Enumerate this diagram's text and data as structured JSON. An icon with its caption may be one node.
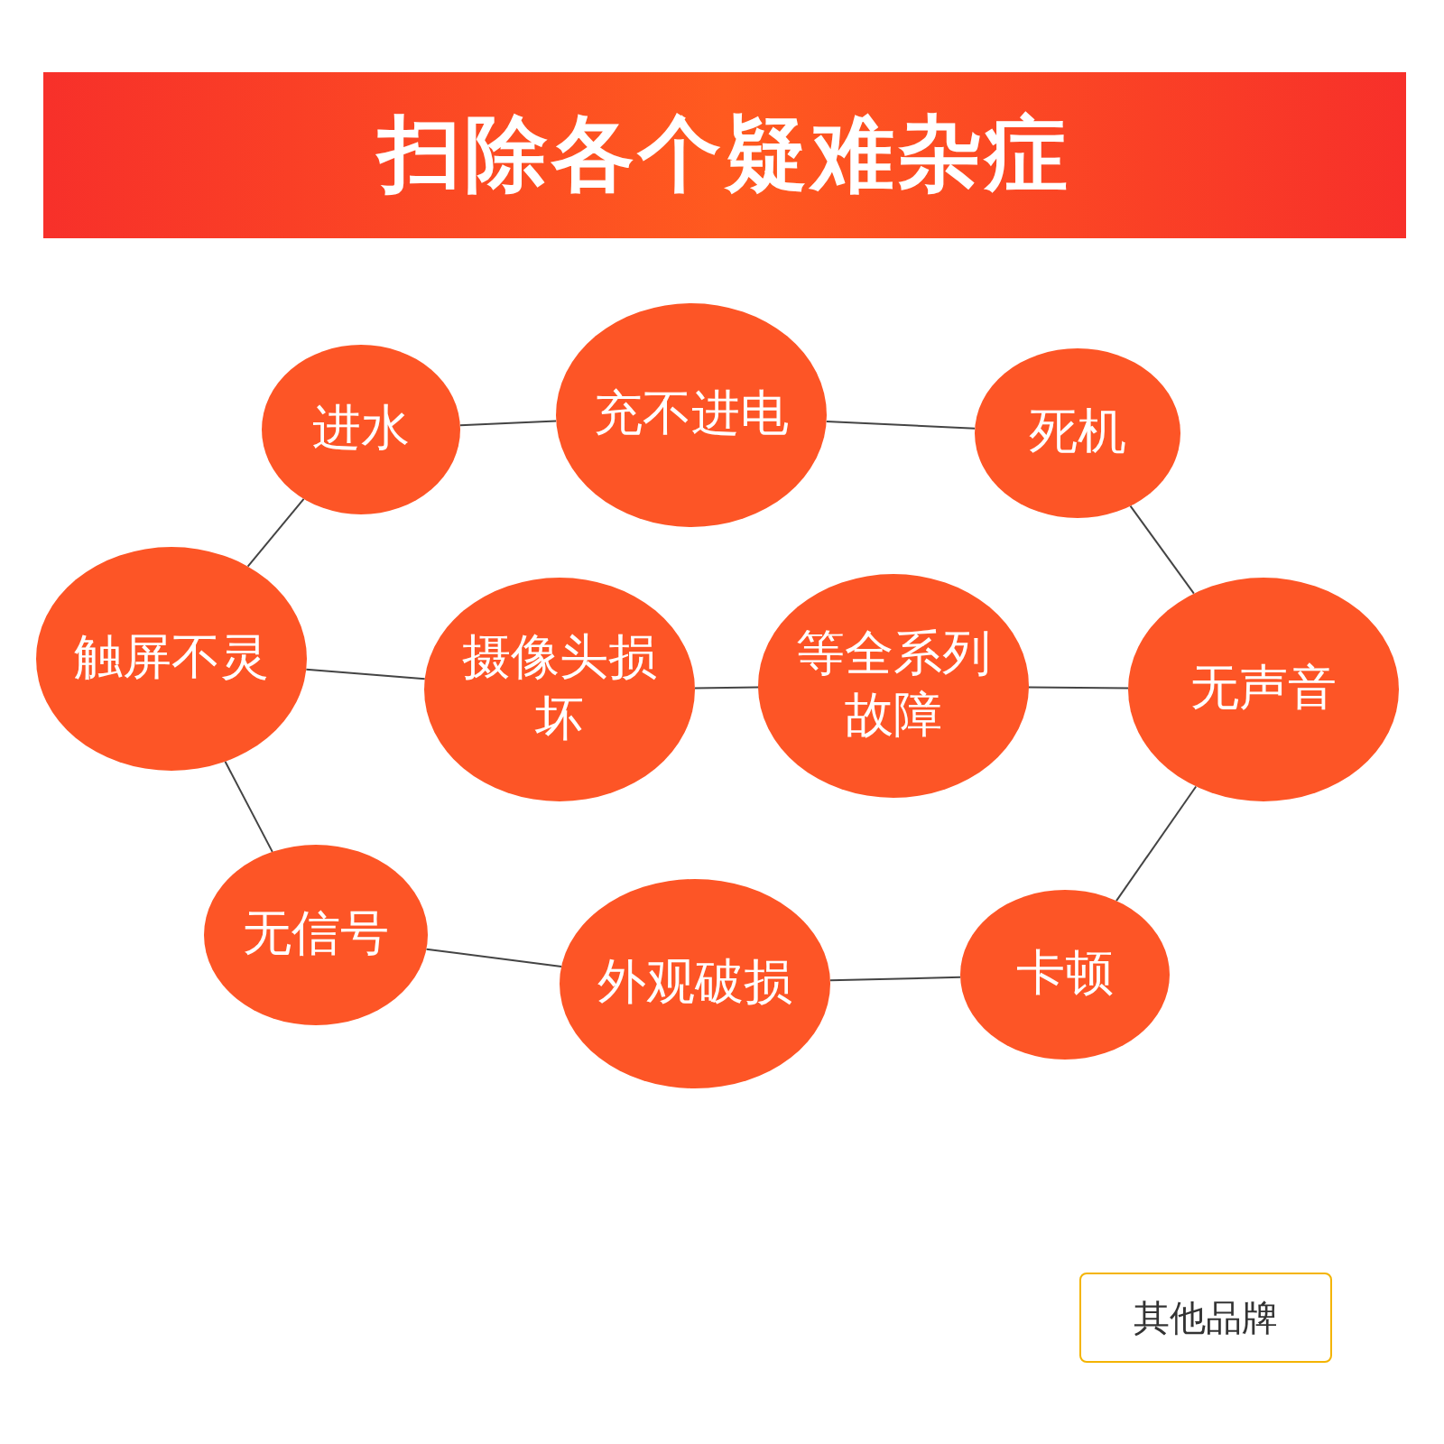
{
  "diagram": {
    "title": "扫除各个疑难杂症",
    "nodes": [
      {
        "text": [
          "进水"
        ]
      },
      {
        "text": [
          "充不进电"
        ]
      },
      {
        "text": [
          "死机"
        ]
      },
      {
        "text": [
          "触屏不灵"
        ]
      },
      {
        "text": [
          "摄像头损坏"
        ]
      },
      {
        "text": [
          "等全系列故障"
        ]
      },
      {
        "text": [
          "无声音"
        ]
      },
      {
        "text": [
          "无信号"
        ]
      },
      {
        "text": [
          "外观破损"
        ]
      },
      {
        "text": [
          "卡顿"
        ]
      },
      {
        "text": [
          "其他品牌"
        ]
      }
    ],
    "edges": [
      {
        "from": 0,
        "to": 1,
        "arrow": "none"
      },
      {
        "from": 1,
        "to": 2,
        "arrow": "none"
      },
      {
        "from": 0,
        "to": 3,
        "arrow": "none"
      },
      {
        "from": 2,
        "to": 6,
        "arrow": "none"
      },
      {
        "from": 3,
        "to": 4,
        "arrow": "none"
      },
      {
        "from": 4,
        "to": 5,
        "arrow": "none"
      },
      {
        "from": 5,
        "to": 6,
        "arrow": "none"
      },
      {
        "from": 3,
        "to": 7,
        "arrow": "none"
      },
      {
        "from": 7,
        "to": 8,
        "arrow": "none"
      },
      {
        "from": 8,
        "to": 9,
        "arrow": "none"
      },
      {
        "from": 9,
        "to": 6,
        "arrow": "none"
      }
    ]
  }
}
